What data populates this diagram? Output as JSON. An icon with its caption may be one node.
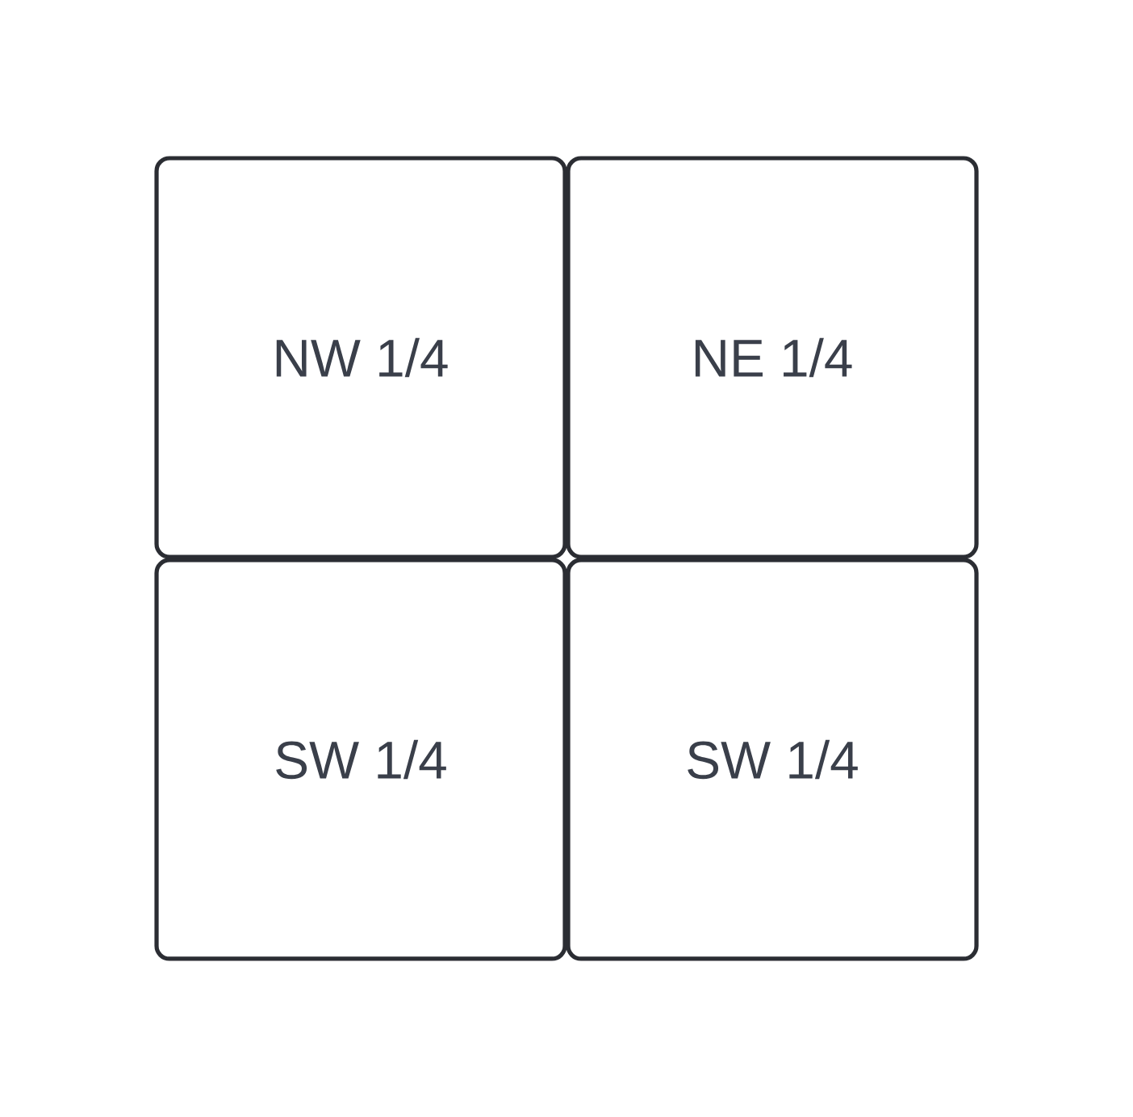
{
  "diagram": {
    "nodes": [
      {
        "text": [
          "NW 1/4"
        ]
      },
      {
        "text": [
          "NE 1/4"
        ]
      },
      {
        "text": [
          "SW 1/4"
        ]
      },
      {
        "text": [
          "SW 1/4"
        ]
      }
    ]
  }
}
